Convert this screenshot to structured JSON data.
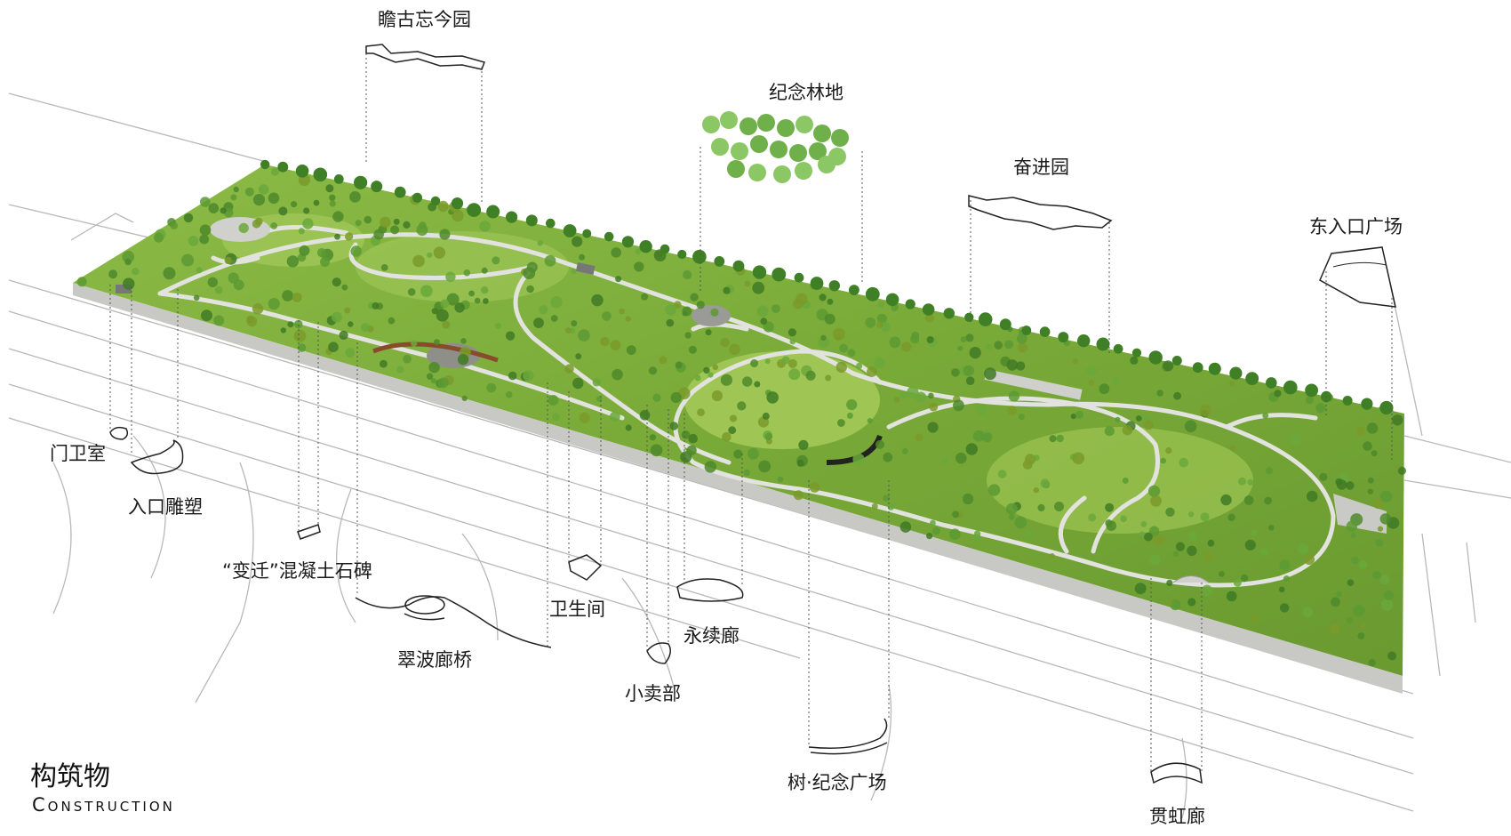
{
  "title": {
    "cn": "构筑物",
    "en": "Construction"
  },
  "labels": {
    "zhan_gu": "瞻古忘今园",
    "ji_nian_lin_di": "纪念林地",
    "fen_jin_yuan": "奋进园",
    "dong_ru_kou": "东入口广场",
    "men_wei_shi": "门卫室",
    "ru_kou_diao_su": "入口雕塑",
    "bian_qian_bei": "“变迁”混凝土石碑",
    "cui_bo_lang_qiao": "翠波廊桥",
    "wei_sheng_jian": "卫生间",
    "xiao_mai_bu": "小卖部",
    "yong_xu_lang": "永续廊",
    "shu_ji_nian": "树·纪念广场",
    "guan_hong_lang": "贯虹廊"
  },
  "colors": {
    "park_green": "#7fae3e",
    "park_green_light": "#a6c85a",
    "tree_green": "#4f8a2c",
    "path": "#d9d9d6",
    "leader": "#555555",
    "road_line": "#b5b5b5"
  }
}
